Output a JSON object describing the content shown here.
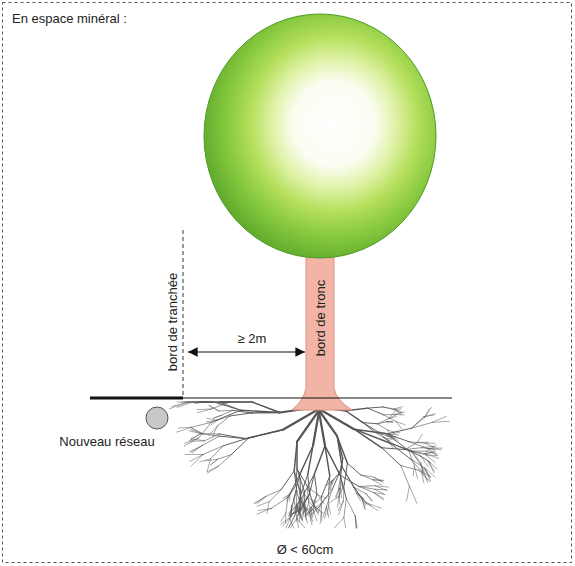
{
  "diagram": {
    "title": "En espace minéral :",
    "labels": [
      "bord de tranchée",
      "≥ 2m",
      "bord de tronc",
      "Nouveau réseau",
      "Ø < 60cm"
    ]
  }
}
